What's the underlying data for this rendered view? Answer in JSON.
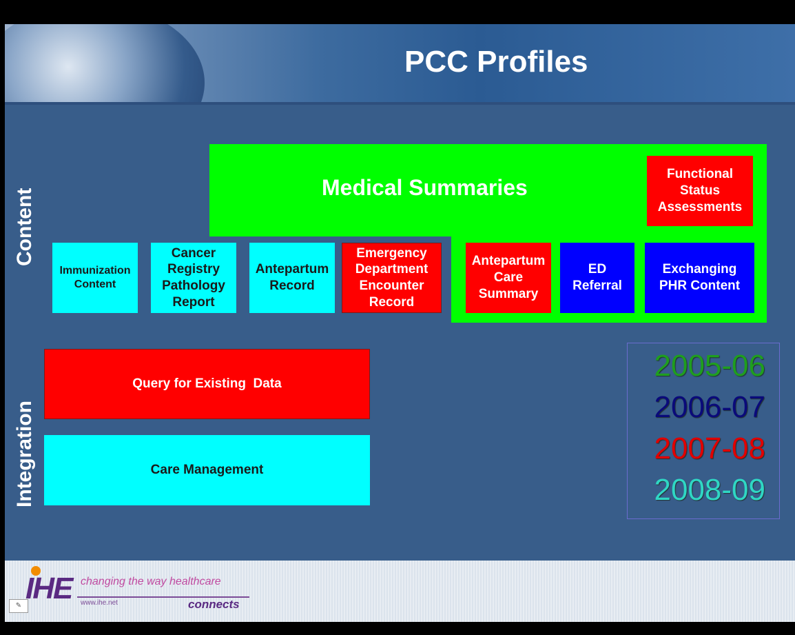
{
  "slide": {
    "title": "PCC Profiles",
    "side_labels": {
      "content": "Content",
      "integration": "Integration"
    }
  },
  "content": {
    "medical_summaries": "Medical Summaries",
    "functional_status": "Functional Status Assessments",
    "immunization": "Immunization Content",
    "cancer_registry": "Cancer Registry Pathology Report",
    "antepartum_record": "Antepartum Record",
    "emergency_dept": "Emergency Department Encounter Record",
    "antepartum_care": "Antepartum Care Summary",
    "ed_referral": "ED Referral",
    "exchanging_phr": "Exchanging PHR Content"
  },
  "integration": {
    "query": "Query for Existing  Data",
    "care_management": "Care Management"
  },
  "legend": {
    "items": [
      {
        "label": "2005-06",
        "color": "#1f9e1f"
      },
      {
        "label": "2006-07",
        "color": "#0a0a7a"
      },
      {
        "label": "2007-08",
        "color": "#e00000"
      },
      {
        "label": "2008-09",
        "color": "#2fd7c4"
      }
    ]
  },
  "colors": {
    "cyan": "#00ffff",
    "red": "#ff0000",
    "blue": "#0000ff",
    "green": "#00ff00",
    "background": "#385d8a"
  },
  "footer": {
    "logo": "IHE",
    "tagline": "changing the way healthcare",
    "tagline_connects": "connects",
    "url": "www.ihe.net"
  }
}
